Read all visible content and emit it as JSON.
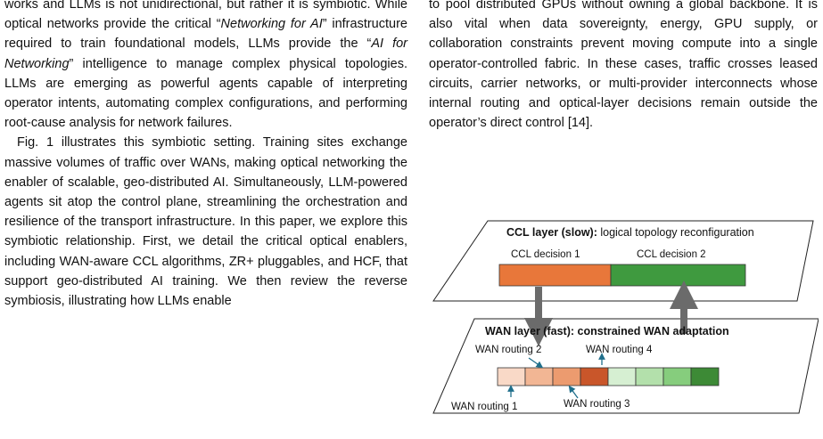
{
  "left_column": {
    "p1_a": "works and LLMs is not unidirectional, but rather it is symbiotic. While optical networks provide the critical “",
    "p1_em1": "Networking for AI",
    "p1_b": "” infrastructure required to train foundational models, LLMs provide the “",
    "p1_em2": "AI for Networking",
    "p1_c": "” intelligence to manage complex physical topologies. LLMs are emerging as powerful agents capable of interpreting operator intents, automating complex configurations, and performing root-cause analysis for network failures.",
    "p2": "Fig. 1 illustrates this symbiotic setting. Training sites exchange massive volumes of traffic over WANs, making optical networking the enabler of scalable, geo-distributed AI. Simultaneously, LLM-powered agents sit atop the control plane, streamlining the orchestration and resilience of the transport infrastructure. In this paper, we explore this symbiotic relationship. First, we detail the critical optical enablers, including WAN-aware CCL algorithms, ZR+ pluggables, and HCF, that support geo-distributed AI training. We then review the reverse symbiosis, illustrating how LLMs enable"
  },
  "right_column": {
    "p1": "to pool distributed GPUs without owning a global backbone. It is also vital when data sovereignty, energy, GPU supply, or collaboration constraints prevent moving compute into a single operator-controlled fabric. In these cases, traffic crosses leased circuits, carrier networks, or multi-provider interconnects whose internal routing and optical-layer decisions remain outside the operator’s direct control [14]."
  },
  "figure": {
    "ccl_title_bold": "CCL layer (slow):",
    "ccl_title_rest": " logical topology reconfiguration",
    "ccl_decision_1": "CCL decision 1",
    "ccl_decision_2": "CCL decision 2",
    "wan_title": "WAN layer (fast): constrained WAN adaptation",
    "wan_routing_1": "WAN routing 1",
    "wan_routing_2": "WAN routing 2",
    "wan_routing_3": "WAN routing 3",
    "wan_routing_4": "WAN routing 4",
    "colors": {
      "ccl_orange": "#e8773a",
      "ccl_green": "#3f9a3f",
      "wan_cells": [
        "#f9d9c7",
        "#f2b694",
        "#ec9b6f",
        "#c9562a",
        "#d6efd2",
        "#b3e0ab",
        "#86cd7d",
        "#3d8a36"
      ],
      "arrow_gray": "#6b6b6b",
      "arrow_teal": "#1f6f8b"
    }
  }
}
